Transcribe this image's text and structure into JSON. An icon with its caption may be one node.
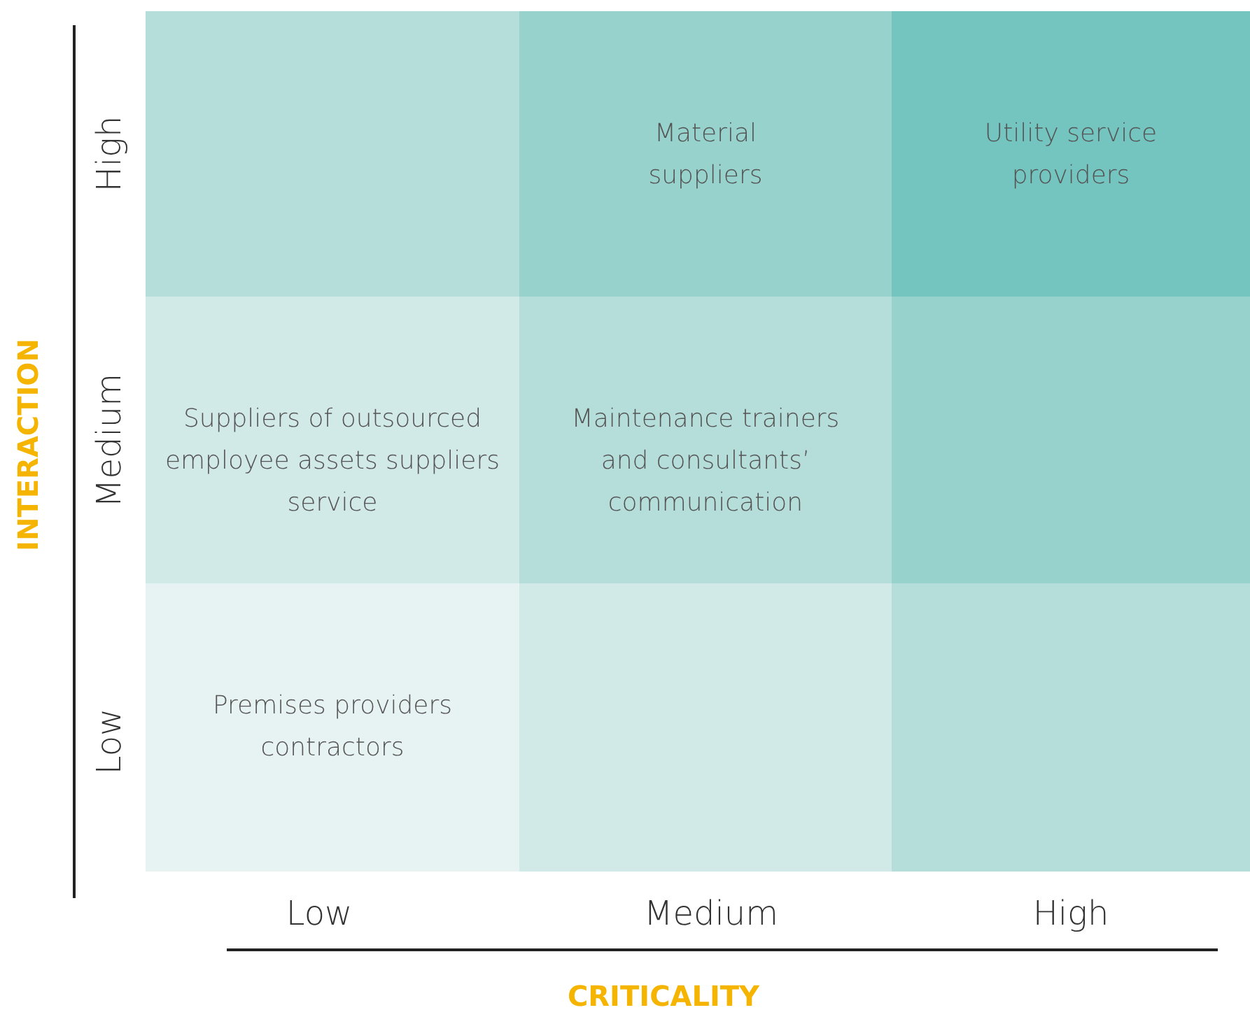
{
  "diagram": {
    "nodes": [
      {
        "text": [],
        "shape": "box"
      },
      {
        "text": [
          "Material suppliers"
        ]
      },
      {
        "text": [
          "Utility service providers"
        ]
      },
      {
        "text": [
          "Suppliers of outsourced employee assets suppliers service"
        ]
      },
      {
        "text": [
          "Maintenance trainers and consultants’ communication"
        ]
      },
      {
        "text": [],
        "shape": "box"
      },
      {
        "text": [
          "Premises providers contractors"
        ]
      },
      {
        "text": [],
        "shape": "box"
      },
      {
        "text": [],
        "shape": "box"
      }
    ],
    "edges": [],
    "labels": [
      "INTERACTION",
      "High",
      "Medium",
      "Low",
      "Low",
      "Medium",
      "High",
      "CRITICALITY"
    ]
  }
}
